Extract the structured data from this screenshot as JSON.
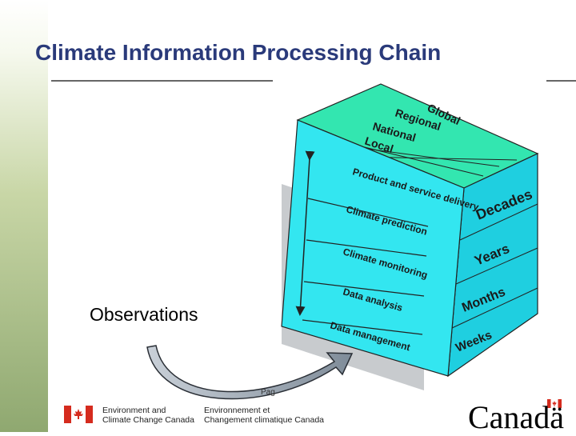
{
  "slide": {
    "title": "Climate Information Processing Chain",
    "observations_label": "Observations",
    "page_label": "Pag"
  },
  "cube": {
    "top_labels": [
      "Global",
      "Regional",
      "National",
      "Local"
    ],
    "front_labels": [
      "Product and service delivery",
      "Climate prediction",
      "Climate monitoring",
      "Data analysis",
      "Data management"
    ],
    "side_labels": [
      "Decades",
      "Years",
      "Months",
      "Weeks"
    ]
  },
  "footer": {
    "dept_en_line1": "Environment and",
    "dept_en_line2": "Climate Change Canada",
    "dept_fr_line1": "Environnement et",
    "dept_fr_line2": "Changement climatique Canada",
    "wordmark": "Canadä"
  },
  "colors": {
    "title": "#2a3a7a",
    "cube_front": "#33e6f0",
    "cube_side": "#1fcfe0",
    "cube_top": "#33e6b0",
    "flag_red": "#d52b1e"
  }
}
